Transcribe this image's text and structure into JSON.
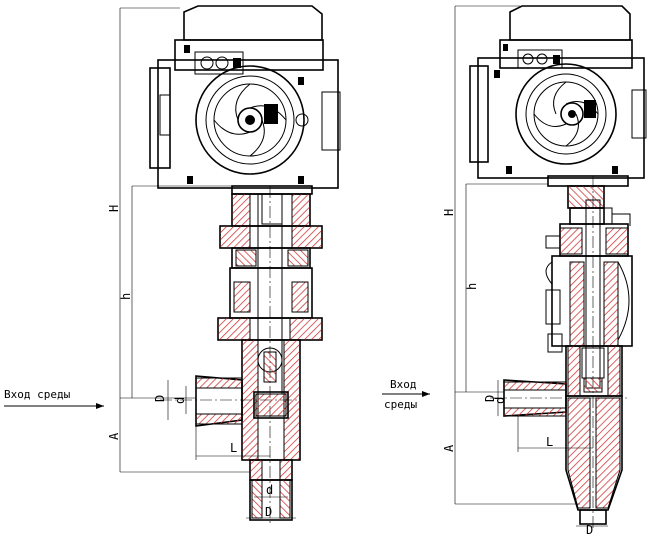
{
  "left_view": {
    "inlet_label_1": "Вход",
    "inlet_label_2": "среды",
    "dims": {
      "H": "H",
      "h": "h",
      "A": "A",
      "D_inlet": "D",
      "d_inlet": "d",
      "L": "L",
      "d_outlet": "d",
      "D_outlet": "D"
    }
  },
  "right_view": {
    "inlet_label_1": "Вход",
    "inlet_label_2": "среды",
    "dims": {
      "H": "H",
      "h": "h",
      "A": "A",
      "D_inlet": "D",
      "d_inlet": "d",
      "L": "L",
      "D_outlet": "D"
    }
  },
  "colors": {
    "hatch": "#d23a3a",
    "line": "#000000"
  }
}
